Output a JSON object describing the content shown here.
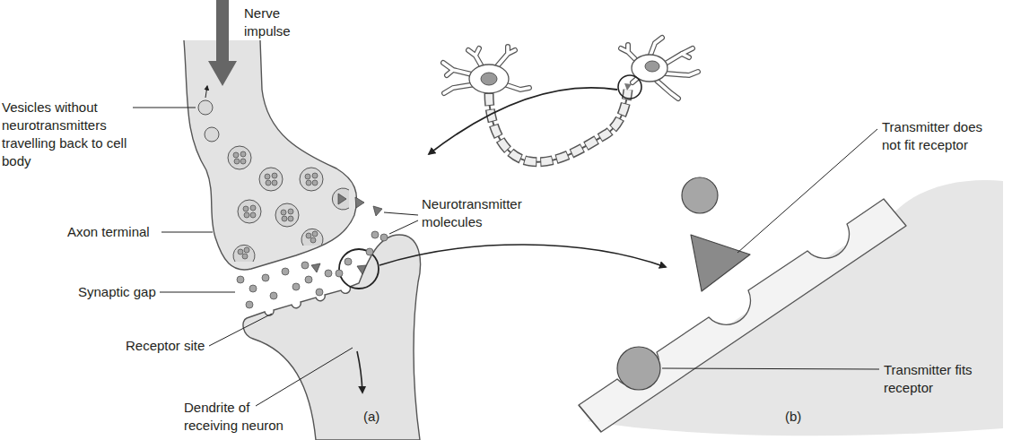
{
  "diagram": {
    "labels": [
      "Nerve impulse",
      "Vesicles without neurotransmitters travelling back to cell body",
      "Neurotransmitter molecules",
      "Transmitter does not fit receptor",
      "Axon terminal",
      "Synaptic gap",
      "Receptor site",
      "Dendrite of receiving neuron",
      "(a)",
      "Transmitter fits receptor",
      "(b)"
    ]
  }
}
